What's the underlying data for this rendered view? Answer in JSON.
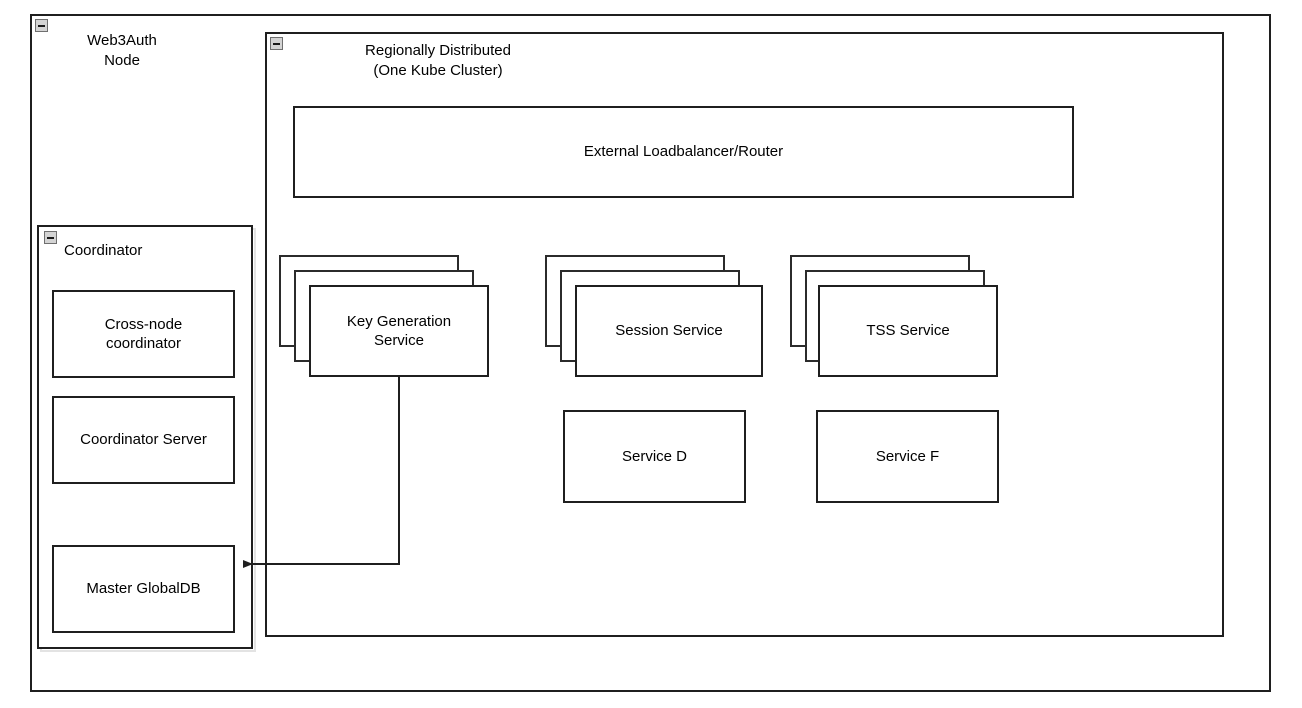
{
  "diagram": {
    "title_hidden": "",
    "outer_container": {
      "label": "Web3Auth\nNode",
      "collapse_icon": "collapse-minus-icon"
    },
    "cluster_container": {
      "label": "Regionally Distributed\n(One Kube Cluster)",
      "collapse_icon": "collapse-minus-icon"
    },
    "coordinator_panel": {
      "label": "Coordinator",
      "collapse_icon": "collapse-minus-icon",
      "children": [
        {
          "label": "Cross-node\ncoordinator"
        },
        {
          "label": "Coordinator Server"
        },
        {
          "label": "Master GlobalDB"
        }
      ]
    },
    "loadbalancer": {
      "label": "External Loadbalancer/Router"
    },
    "services": [
      {
        "label": "Key Generation\nService",
        "stacked": true
      },
      {
        "label": "Session Service",
        "stacked": true
      },
      {
        "label": "TSS Service",
        "stacked": true
      },
      {
        "label": "Service D",
        "stacked": false
      },
      {
        "label": "Service F",
        "stacked": false
      }
    ],
    "connections": [
      {
        "from": "Key Generation Service",
        "to": "Master GlobalDB",
        "arrow": "arrowhead-left"
      }
    ],
    "colors": {
      "stroke": "#1f1f1f",
      "stack_stroke": "#2b2b2b",
      "background": "#ffffff",
      "text": "#000000",
      "panel_shadow": "#e3e3e3",
      "icon_fill": "#d4d4d4"
    }
  }
}
